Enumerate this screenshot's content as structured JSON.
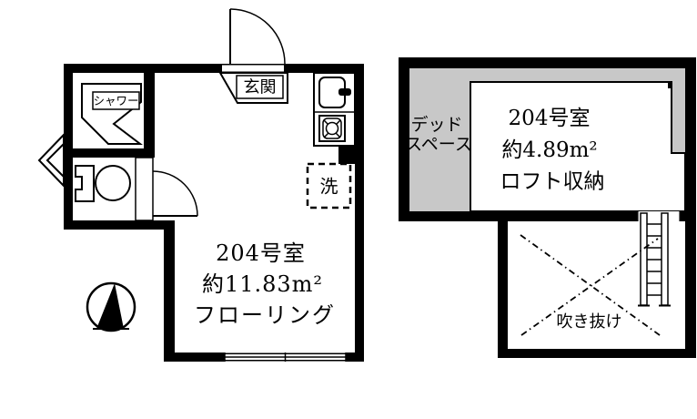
{
  "colors": {
    "wall": "#000000",
    "background": "#ffffff",
    "dead_space_fill": "#c8c8c8",
    "line": "#000000"
  },
  "floor_plan": {
    "main_floor": {
      "entrance_label": "玄関",
      "shower_label": "シャワー",
      "laundry_label": "洗",
      "room_number": "204号室",
      "area": "約11.83m²",
      "floor_type": "フローリング"
    },
    "loft_floor": {
      "dead_space_line1": "デッド",
      "dead_space_line2": "スペース",
      "room_number": "204号室",
      "area": "約4.89m²",
      "loft_label": "ロフト収納",
      "void_label": "吹き抜け"
    }
  }
}
